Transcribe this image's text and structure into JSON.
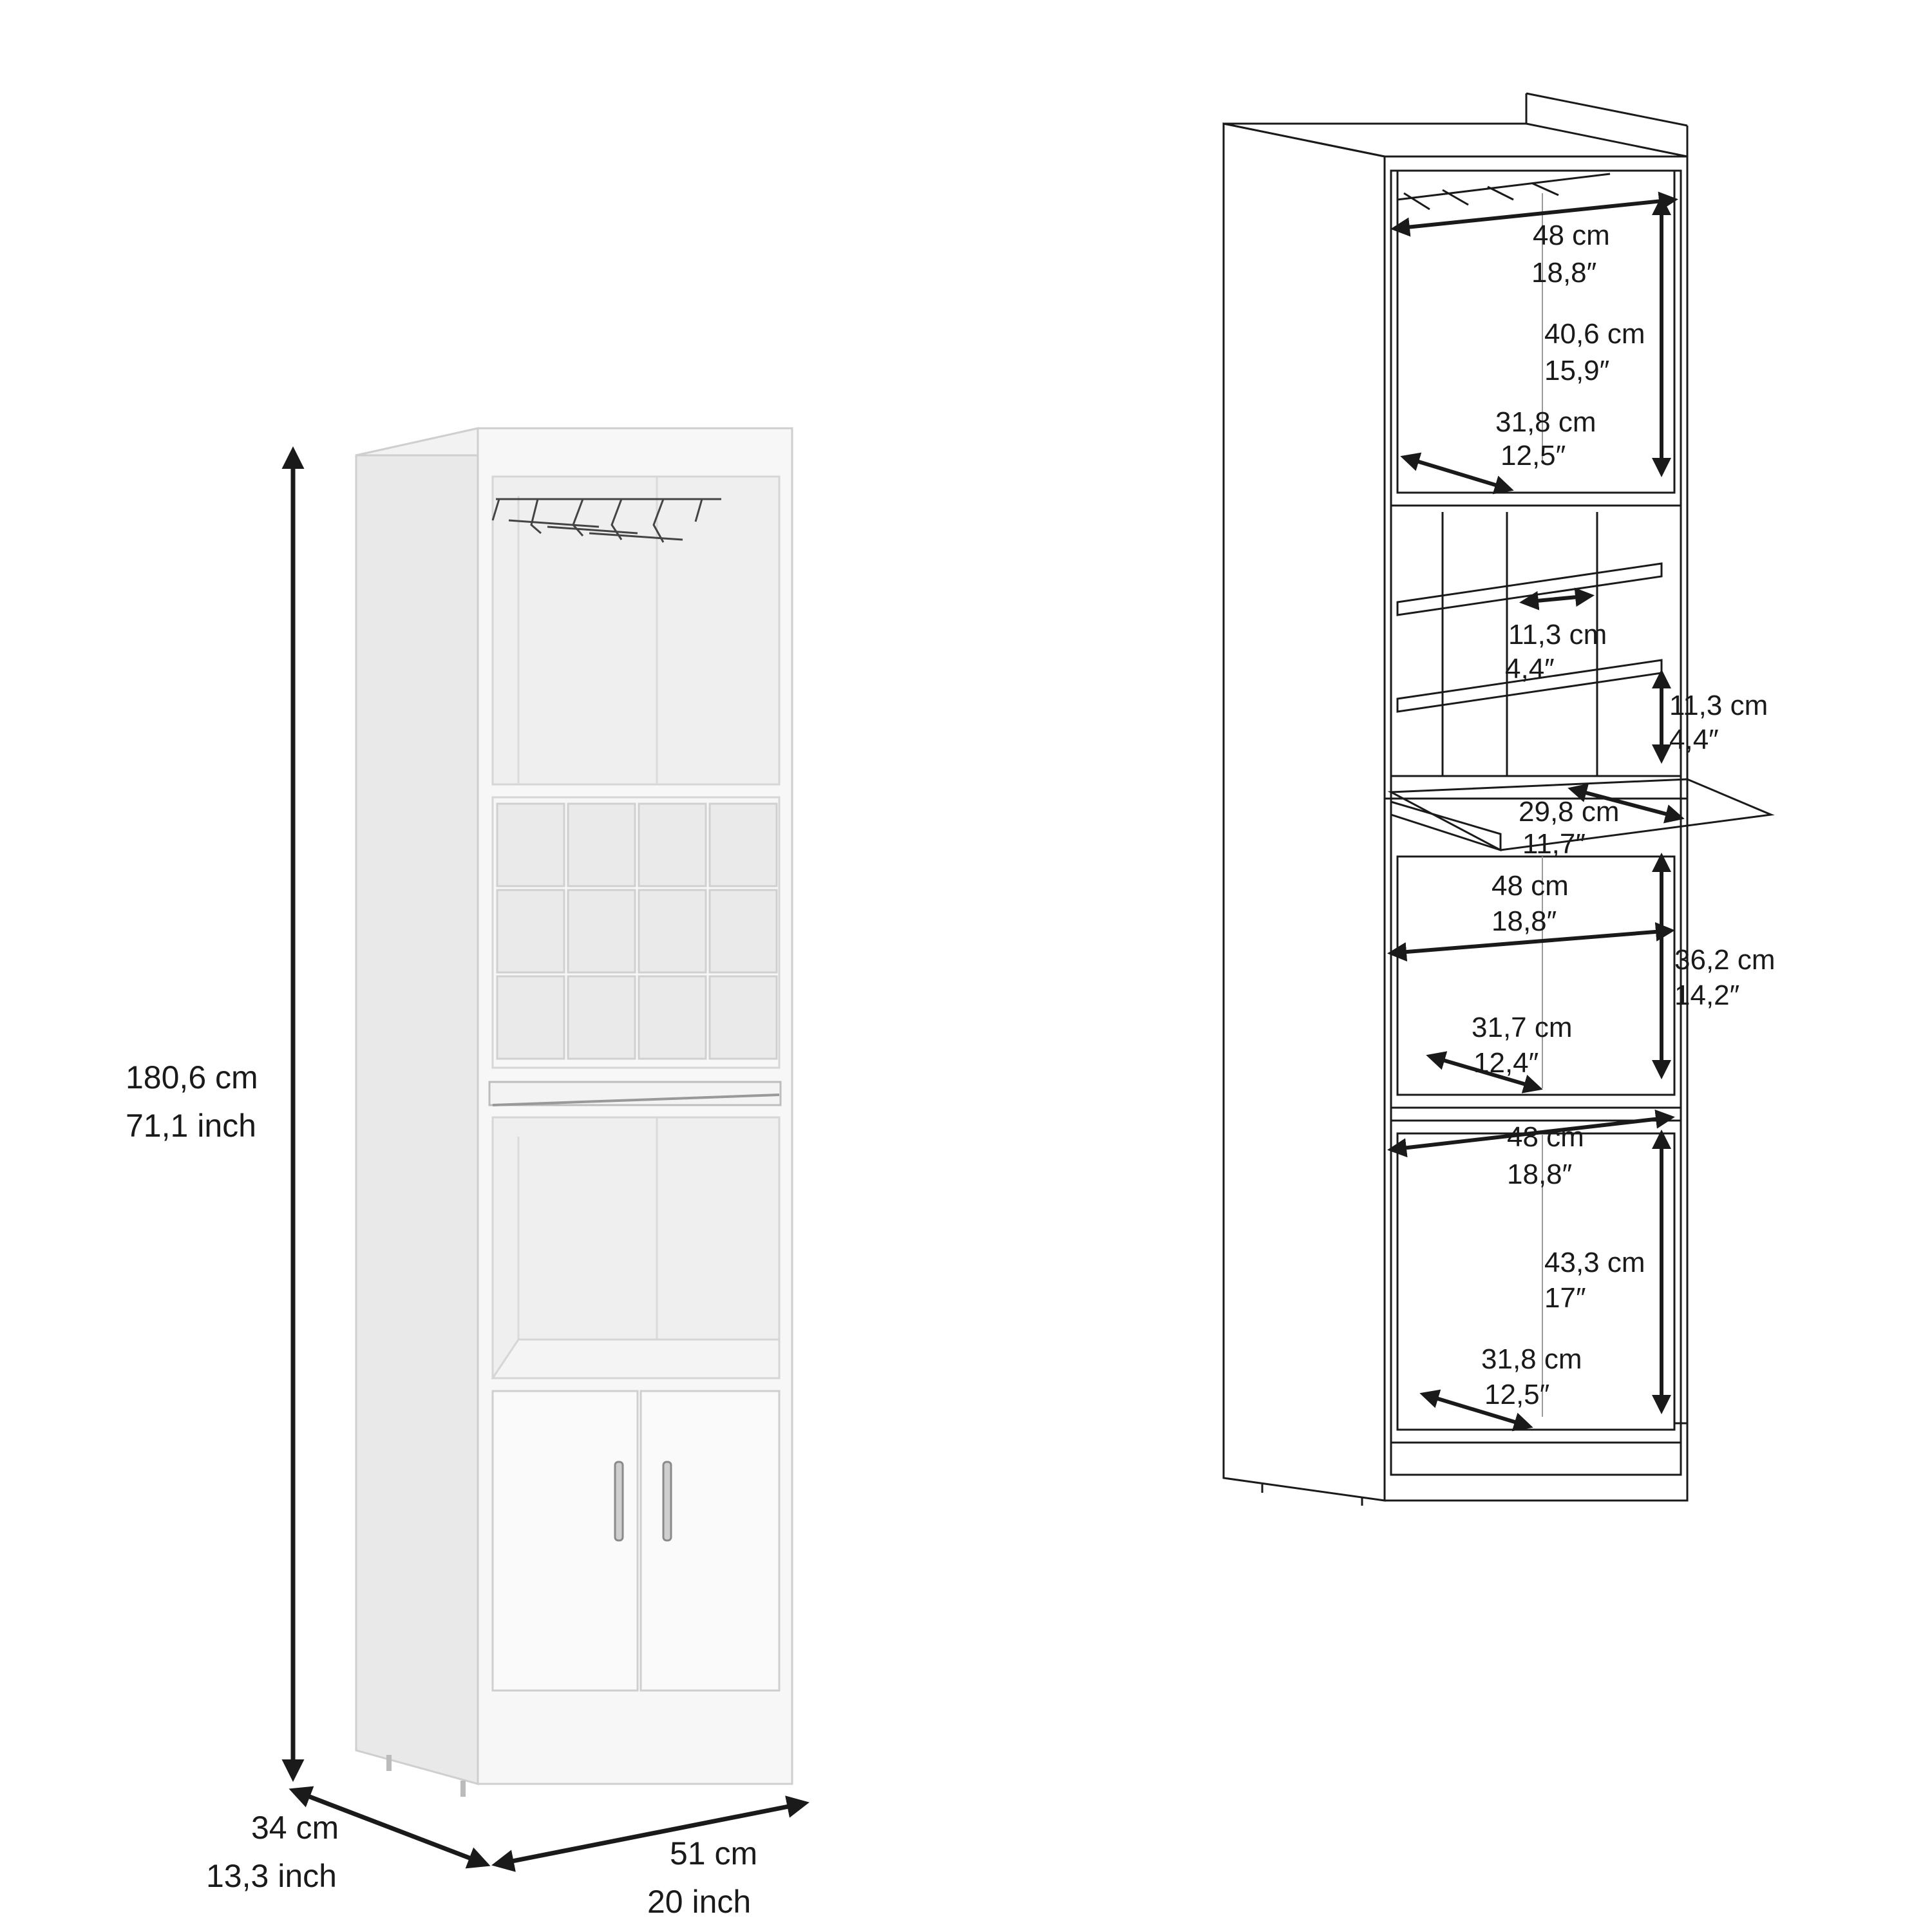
{
  "overall": {
    "height_cm": "180,6 cm",
    "height_in": "71,1 inch",
    "depth_cm": "34 cm",
    "depth_in": "13,3 inch",
    "width_cm": "51 cm",
    "width_in": "20 inch"
  },
  "top_compartment": {
    "width_cm": "48 cm",
    "width_in": "18,8″",
    "height_cm": "40,6 cm",
    "height_in": "15,9″",
    "depth_cm": "31,8 cm",
    "depth_in": "12,5″"
  },
  "wine_cubby": {
    "width_cm": "11,3 cm",
    "width_in": "4,4″",
    "height_cm": "11,3 cm",
    "height_in": "4,4″"
  },
  "pull_out_tray": {
    "depth_cm": "29,8 cm",
    "depth_in": "11,7″"
  },
  "middle_compartment": {
    "width_cm": "48 cm",
    "width_in": "18,8″",
    "height_cm": "36,2 cm",
    "height_in": "14,2″",
    "depth_cm": "31,7 cm",
    "depth_in": "12,4″"
  },
  "bottom_compartment": {
    "width_cm": "48 cm",
    "width_in": "18,8″",
    "height_cm": "43,3 cm",
    "height_in": "17″",
    "depth_cm": "31,8 cm",
    "depth_in": "12,5″"
  },
  "colors": {
    "line": "#1a1a1a",
    "cabinet_front": "#f7f7f7",
    "cabinet_side": "#e9e9e9",
    "cabinet_inner": "#efefef"
  }
}
